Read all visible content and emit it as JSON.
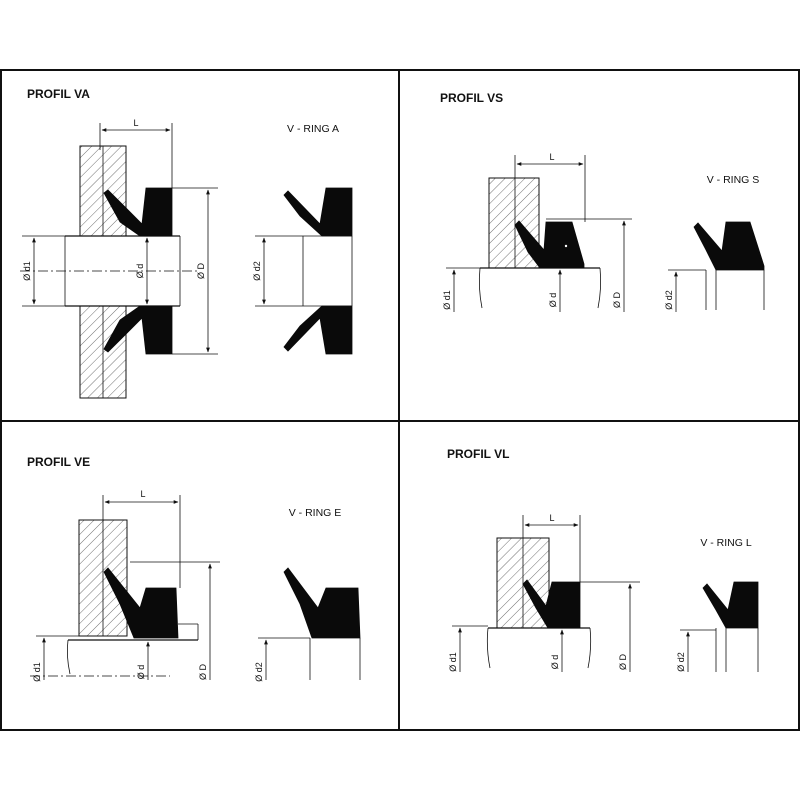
{
  "panels": {
    "va": {
      "title": "PROFIL VA",
      "ring_label": "V - RING A",
      "dims": {
        "L": "L",
        "d1": "Ø d1",
        "d": "Ø d",
        "D": "Ø D",
        "d2": "Ø d2"
      }
    },
    "vs": {
      "title": "PROFIL VS",
      "ring_label": "V - RING  S",
      "dims": {
        "L": "L",
        "d1": "Ø d1",
        "d": "Ø d",
        "D": "Ø D",
        "d2": "Ø d2"
      }
    },
    "ve": {
      "title": "PROFIL VE",
      "ring_label": "V - RING  E",
      "dims": {
        "L": "L",
        "d1": "Ø d1",
        "d": "Ø d",
        "D": "Ø D",
        "d2": "Ø d2"
      }
    },
    "vl": {
      "title": "PROFIL VL",
      "ring_label": "V - RING  L",
      "dims": {
        "L": "L",
        "d1": "Ø d1",
        "d": "Ø d",
        "D": "Ø D",
        "d2": "Ø d2"
      }
    }
  },
  "colors": {
    "ink": "#111111",
    "ring": "#0a0a0a",
    "background": "#ffffff"
  }
}
